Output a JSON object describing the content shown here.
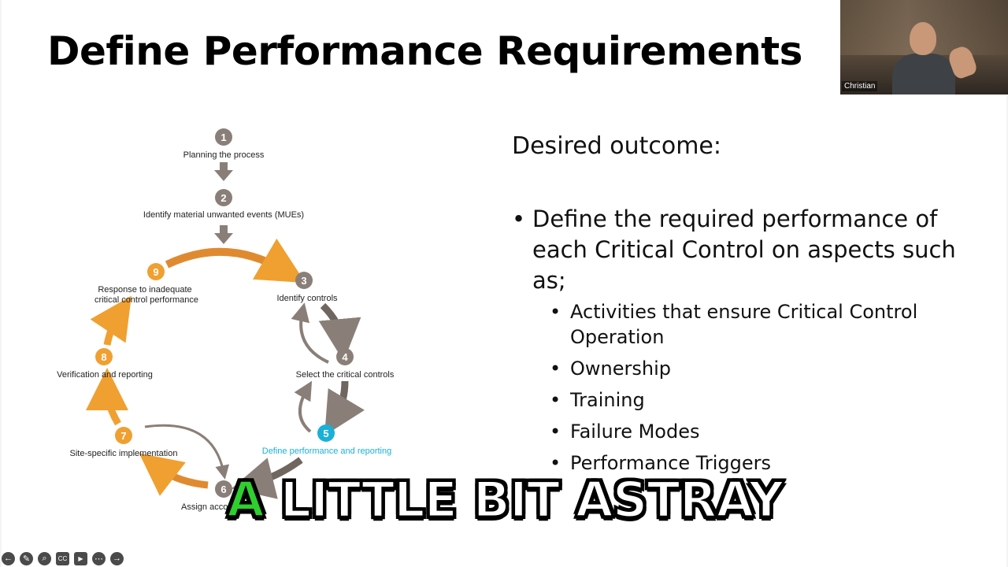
{
  "slide": {
    "title": "Define Performance Requirements",
    "outcome_heading": "Desired outcome:",
    "main_bullet": "Define the required performance of each Critical Control on aspects such as;",
    "sub_bullets": [
      "Activities that ensure Critical Control Operation",
      "Ownership",
      "Training",
      "Failure Modes",
      "Performance Triggers"
    ]
  },
  "diagram": {
    "steps": [
      {
        "num": "1",
        "label": "Planning the process"
      },
      {
        "num": "2",
        "label": "Identify material unwanted events (MUEs)"
      },
      {
        "num": "3",
        "label": "Identify controls"
      },
      {
        "num": "4",
        "label": "Select the critical controls"
      },
      {
        "num": "5",
        "label": "Define performance and reporting"
      },
      {
        "num": "6",
        "label": "Assign acco"
      },
      {
        "num": "7",
        "label": "Site-specific implementation"
      },
      {
        "num": "8",
        "label": "Verification and reporting"
      },
      {
        "num": "9",
        "label_line1": "Response to inadequate",
        "label_line2": "critical control performance"
      }
    ],
    "colors": {
      "gray": "#8a7f78",
      "orange": "#f0a030",
      "blue": "#1ab0d8"
    }
  },
  "webcam": {
    "name": "Christian"
  },
  "caption": {
    "highlight": "A",
    "rest": " LITTLE BIT ASTRAY"
  },
  "toolbar": {
    "icons": [
      "back-arrow-icon",
      "pen-icon",
      "search-icon",
      "cc-icon",
      "video-off-icon",
      "more-icon",
      "forward-arrow-icon"
    ],
    "cc_label": "CC"
  }
}
